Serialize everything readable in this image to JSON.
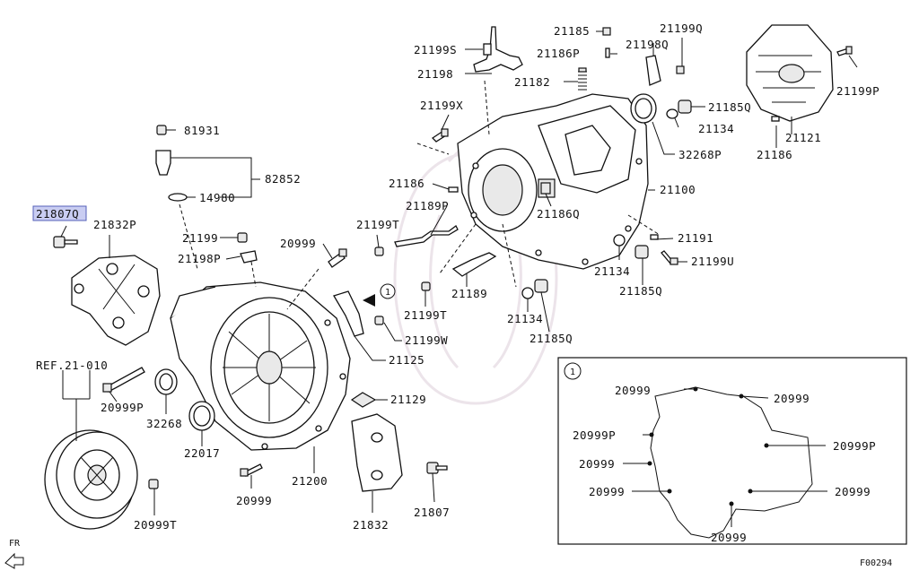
{
  "diagram": {
    "figure_code": "F00294",
    "front_label": "FR",
    "ref_label": "REF.21-010",
    "detail_marker": "1",
    "highlight_color": "#c9cdf2",
    "labels": {
      "p21185": "21185",
      "p21199Q": "21199Q",
      "p21199S": "21199S",
      "p21186P": "21186P",
      "p21198Q": "21198Q",
      "p21198": "21198",
      "p21182": "21182",
      "p21199P_top": "21199P",
      "p21199X": "21199X",
      "p21185Q_top": "21185Q",
      "p81931": "81931",
      "p21134_top": "21134",
      "p21121": "21121",
      "p82852": "82852",
      "p32268P": "32268P",
      "p21186_right": "21186",
      "p14980": "14980",
      "p21186_mid": "21186",
      "p21100": "21100",
      "p21807Q": "21807Q",
      "p21189P": "21189P",
      "p21832P": "21832P",
      "p21186Q": "21186Q",
      "p21199": "21199",
      "p21199T_a": "21199T",
      "p20999_a": "20999",
      "p21191": "21191",
      "p21198P": "21198P",
      "p21134_mid": "21134",
      "p21199U": "21199U",
      "p21189": "21189",
      "p21185Q_mid": "21185Q",
      "p21199T_b": "21199T",
      "p21134_low": "21134",
      "p21199W": "21199W",
      "p21185Q_low": "21185Q",
      "p21125": "21125",
      "p21129": "21129",
      "p20999P_left": "20999P",
      "p32268": "32268",
      "p22017": "22017",
      "p20999_b": "20999",
      "p21200": "21200",
      "p21807": "21807",
      "p20999T": "20999T",
      "p21832": "21832",
      "d20999_1": "20999",
      "d20999_2": "20999",
      "d20999P_1": "20999P",
      "d20999P_2": "20999P",
      "d20999_3": "20999",
      "d20999_4": "20999",
      "d20999_5": "20999",
      "d20999_6": "20999"
    }
  }
}
